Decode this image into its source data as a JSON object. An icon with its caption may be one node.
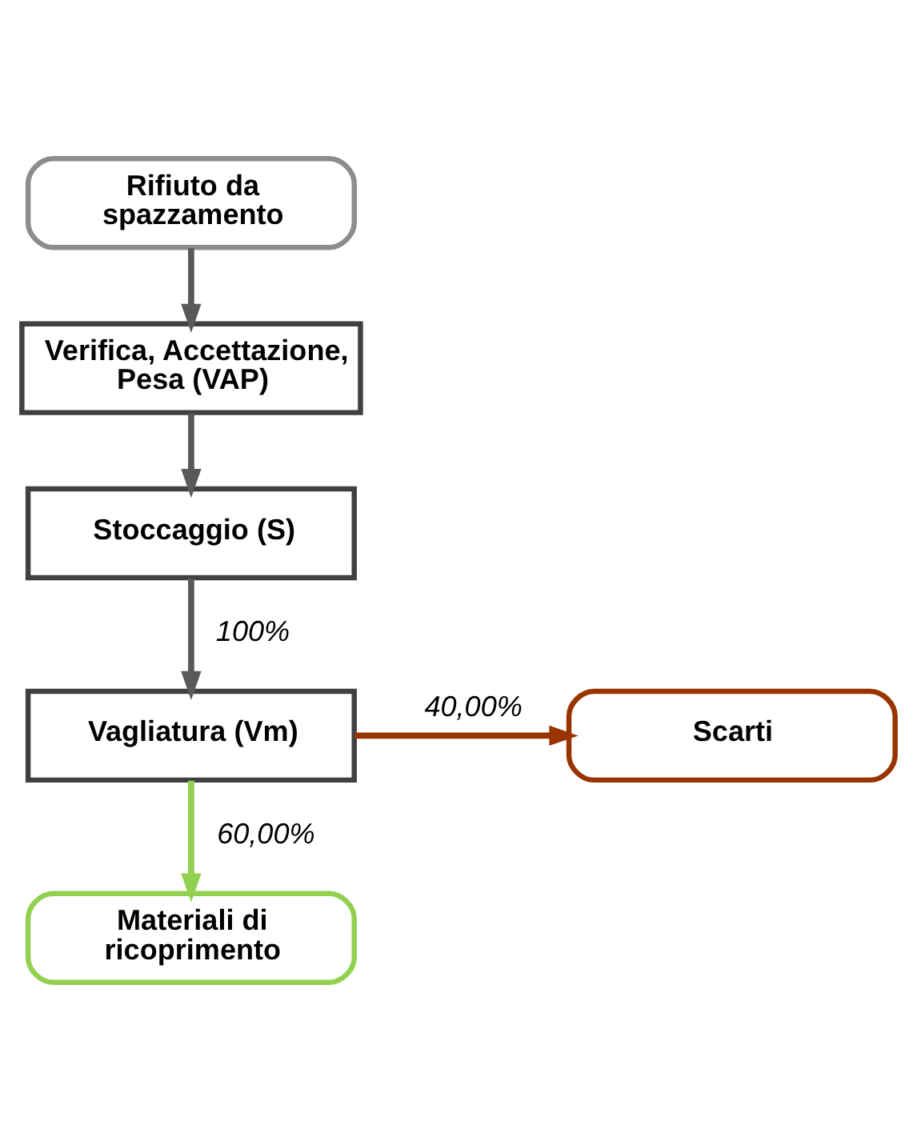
{
  "diagram": {
    "nodes": [
      {
        "text": [
          "Rifiuto da spazzamento"
        ]
      },
      {
        "text": [
          "Verifica, Accettazione, Pesa (VAP)"
        ]
      },
      {
        "text": [
          "Stoccaggio (S)"
        ]
      },
      {
        "text": [
          "Vagliatura (Vm)"
        ]
      },
      {
        "text": [
          "Scarti"
        ]
      },
      {
        "text": [
          "Materiali di ricoprimento"
        ]
      }
    ],
    "edges": [
      {
        "from": 0,
        "to": 1,
        "arrow": "to"
      },
      {
        "from": 1,
        "to": 2,
        "arrow": "to"
      },
      {
        "from": 2,
        "to": 3,
        "arrow": "to",
        "label": "100%"
      },
      {
        "from": 3,
        "to": 4,
        "arrow": "to",
        "label": "40,00%",
        "color": "#993300"
      },
      {
        "from": 3,
        "to": 5,
        "arrow": "to",
        "label": "60,00%",
        "color": "#92d050"
      }
    ]
  }
}
